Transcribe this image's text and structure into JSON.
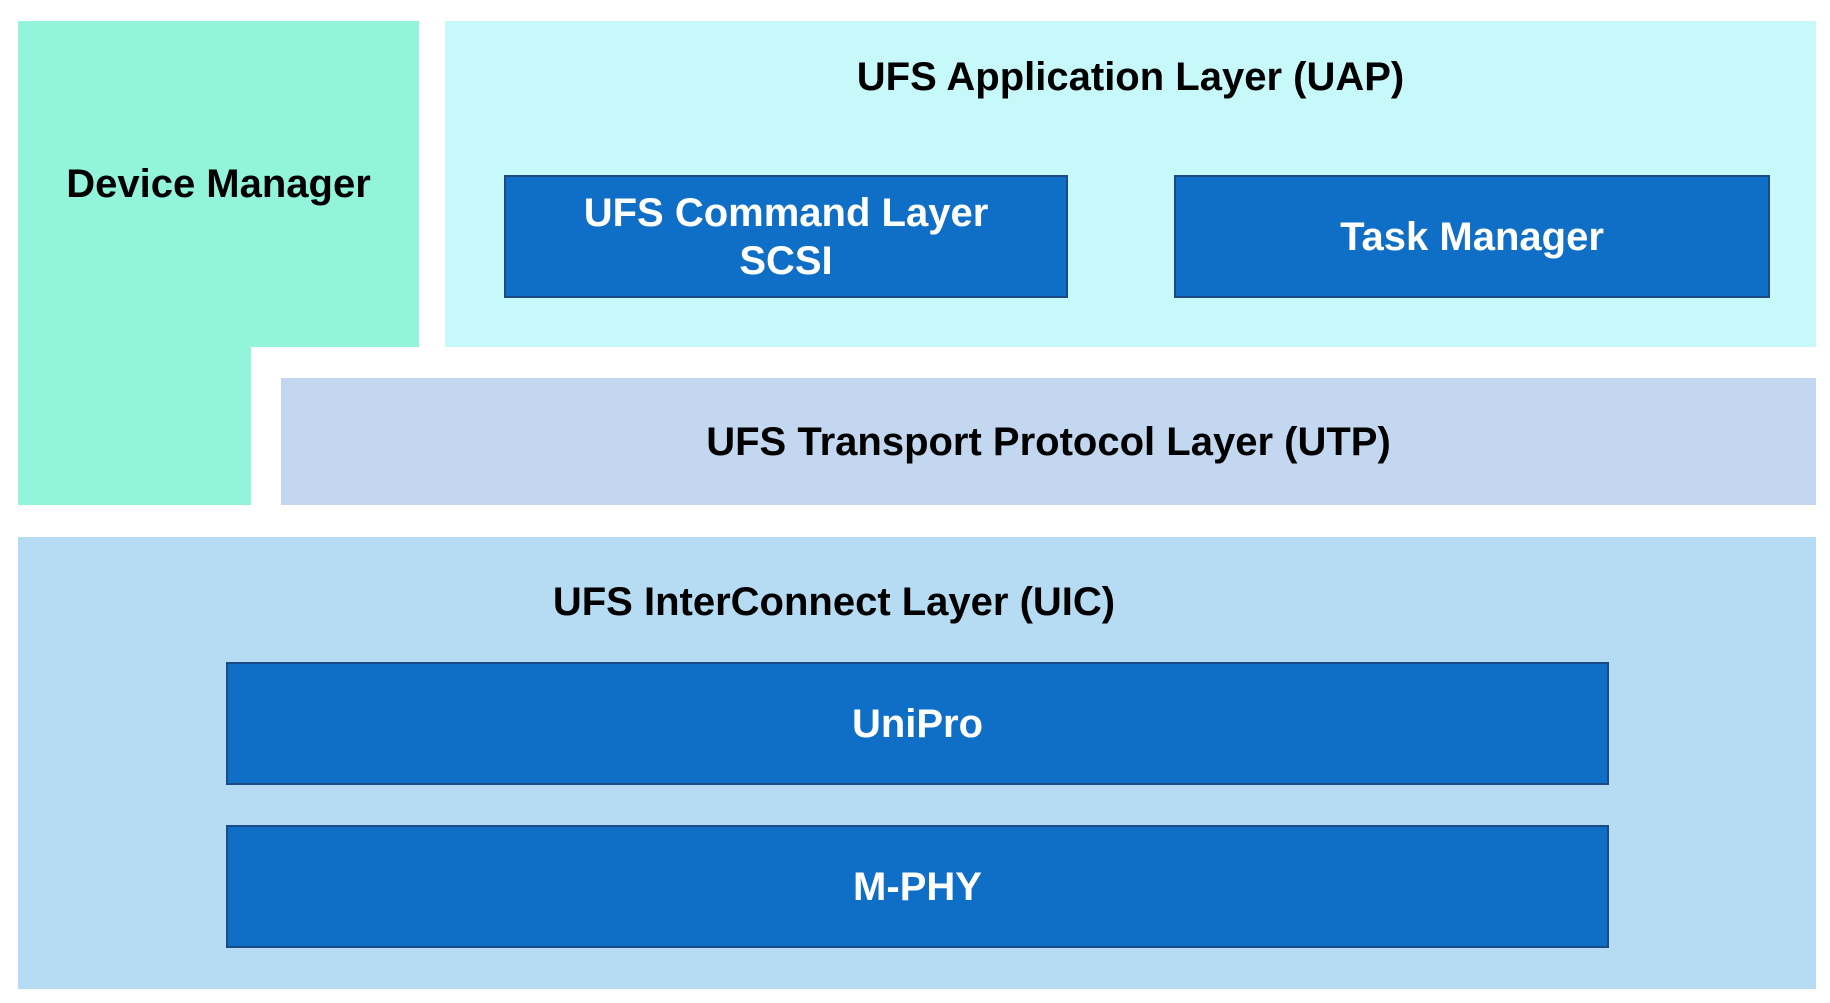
{
  "colors": {
    "device_manager": "#93f4dc",
    "uap": "#c7f8fa",
    "utp": "#c3d8f0",
    "uic": "#b5dcf2",
    "component_fill": "#0f6fc6",
    "component_border": "#1b4a86",
    "component_text": "#ffffff",
    "label_text": "#000000"
  },
  "device_manager": {
    "label": "Device Manager"
  },
  "uap": {
    "title": "UFS Application Layer (UAP)",
    "command_layer": {
      "line1": "UFS Command Layer",
      "line2": "SCSI"
    },
    "task_manager": {
      "label": "Task Manager"
    }
  },
  "utp": {
    "title": "UFS Transport Protocol Layer (UTP)"
  },
  "uic": {
    "title": "UFS InterConnect Layer (UIC)",
    "unipro": {
      "label": "UniPro"
    },
    "mphy": {
      "label": "M-PHY"
    }
  }
}
